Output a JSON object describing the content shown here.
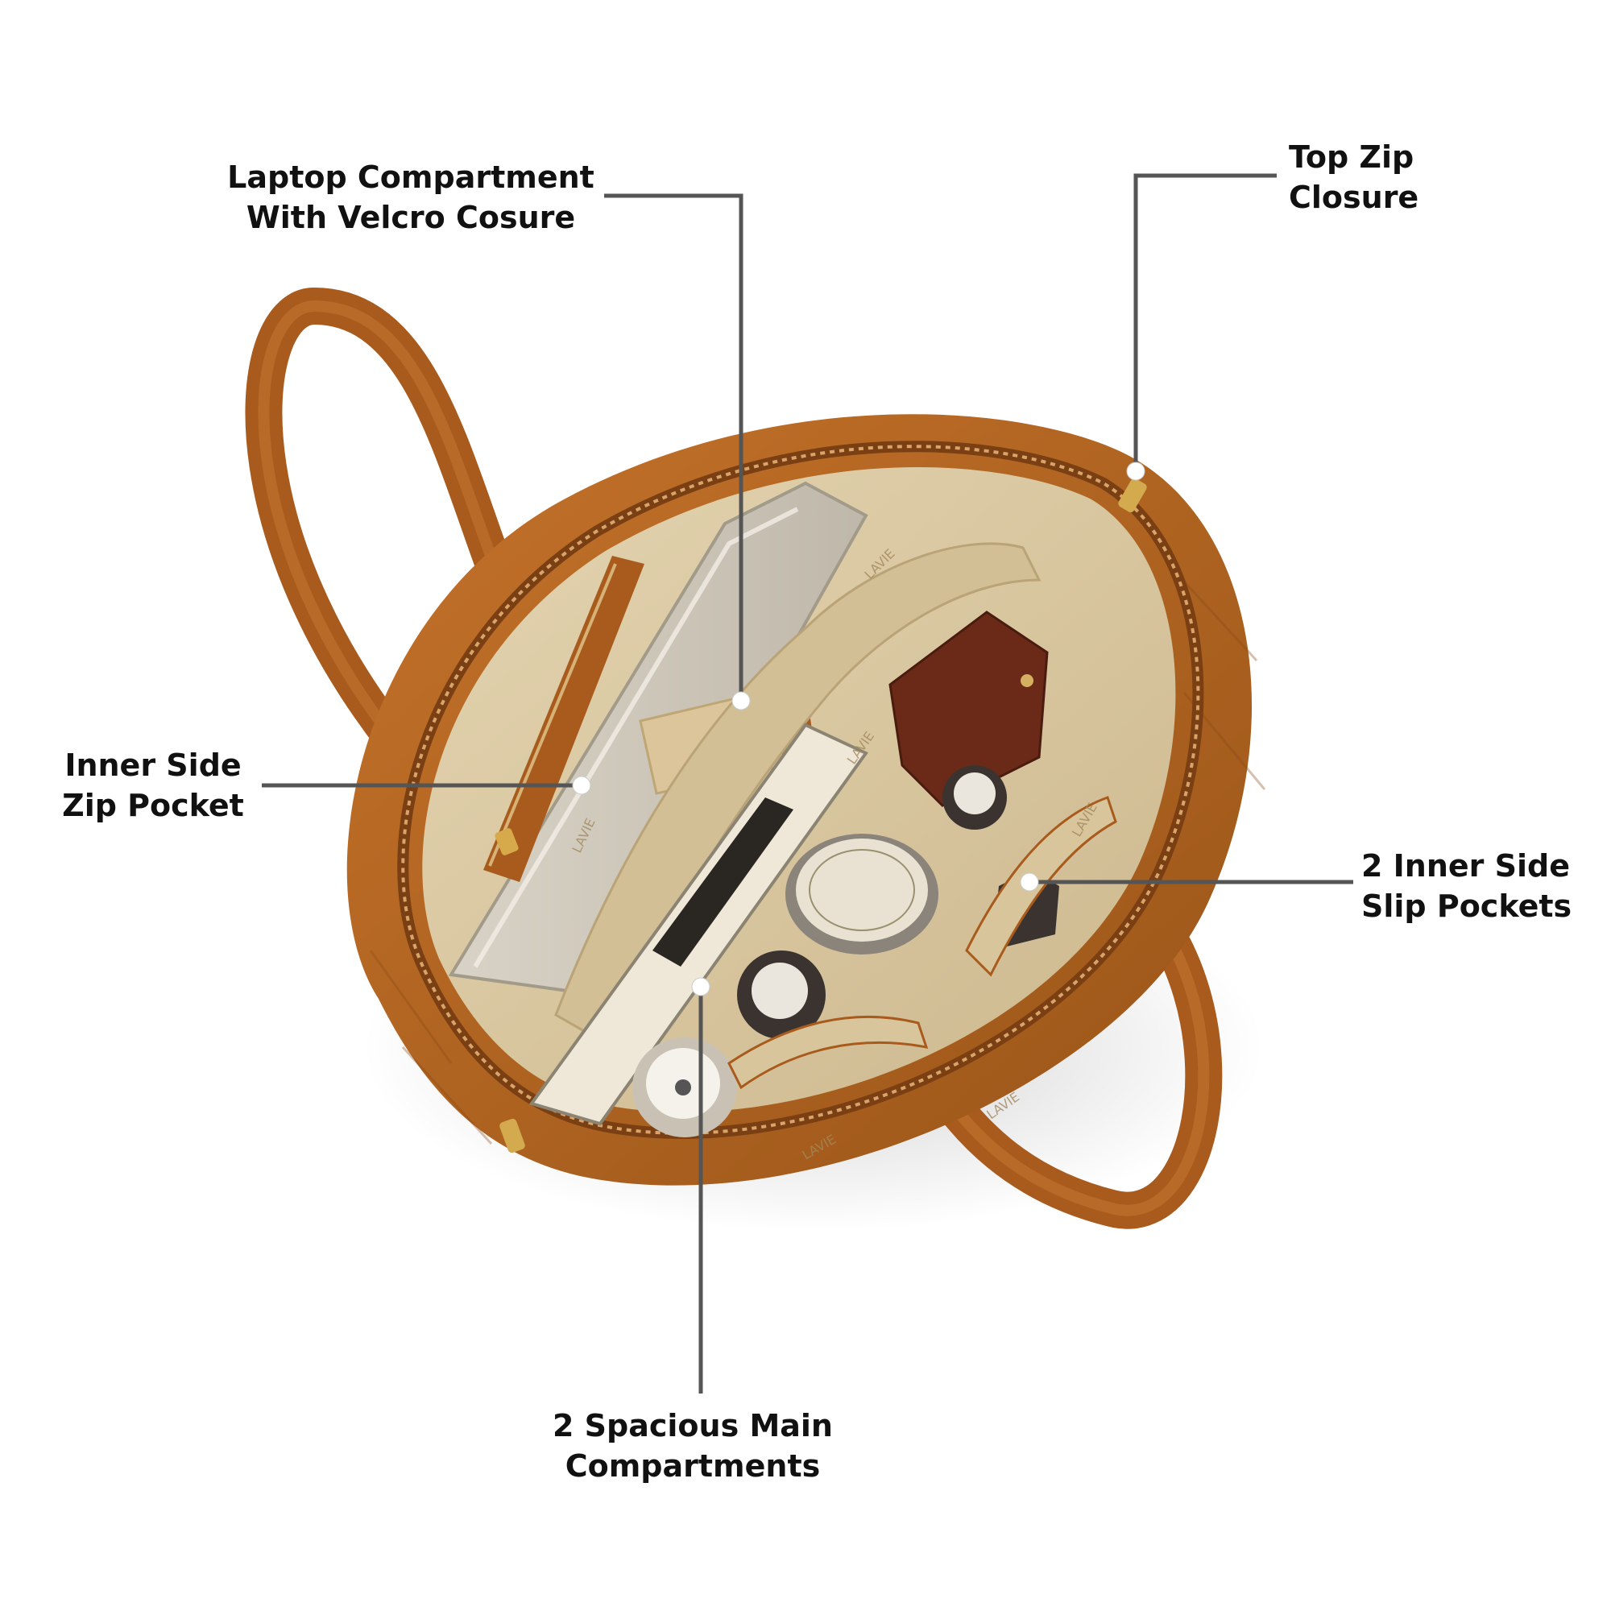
{
  "callouts": {
    "laptop": {
      "line1": "Laptop Compartment",
      "line2": "With Velcro Cosure"
    },
    "top_zip": {
      "line1": "Top Zip",
      "line2": "Closure"
    },
    "inner_zip": {
      "line1": "Inner Side",
      "line2": "Zip Pocket"
    },
    "slip_pockets": {
      "line1": "2 Inner Side",
      "line2": "Slip Pockets"
    },
    "main_compartments": {
      "line1": "2 Spacious Main",
      "line2": "Compartments"
    }
  },
  "bag_brand_marks": [
    "LAVIE"
  ],
  "colors": {
    "leather": "#b5651d",
    "leather_dark": "#8a4a16",
    "lining": "#d8c6a0",
    "leader_line": "#555555",
    "label_text": "#111111"
  }
}
